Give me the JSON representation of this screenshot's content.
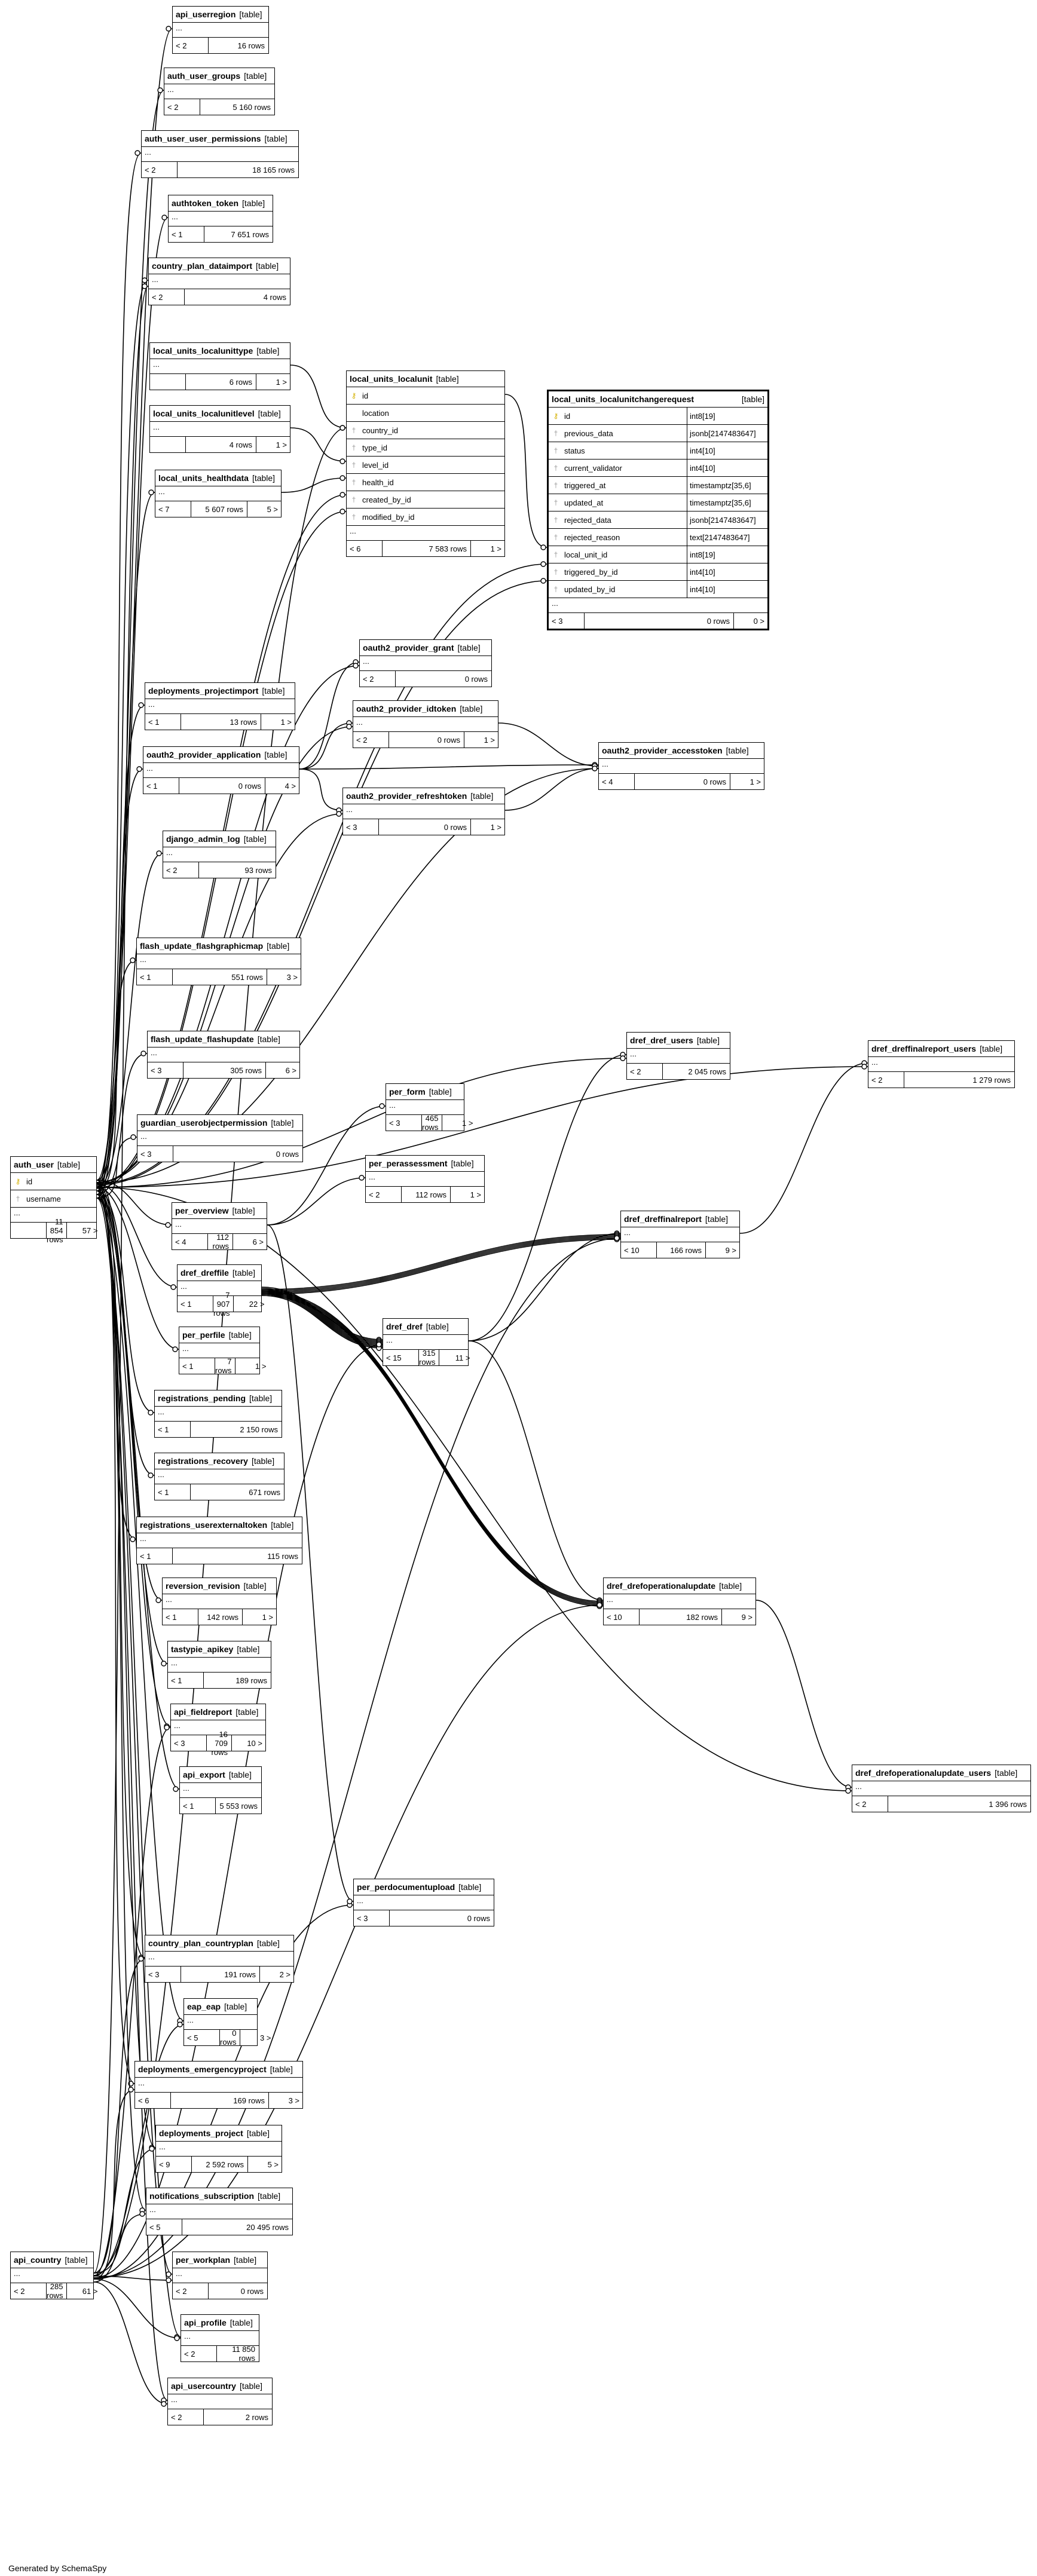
{
  "footer": "Generated by SchemaSpy",
  "tables": {
    "api_userregion": {
      "name": "api_userregion",
      "tag": "[table]",
      "parents": "< 2",
      "rows": "16 rows",
      "children": ""
    },
    "auth_user_groups": {
      "name": "auth_user_groups",
      "tag": "[table]",
      "parents": "< 2",
      "rows": "5 160 rows",
      "children": ""
    },
    "auth_user_user_permissions": {
      "name": "auth_user_user_permissions",
      "tag": "[table]",
      "parents": "< 2",
      "rows": "18 165 rows",
      "children": ""
    },
    "authtoken_token": {
      "name": "authtoken_token",
      "tag": "[table]",
      "parents": "< 1",
      "rows": "7 651 rows",
      "children": ""
    },
    "country_plan_dataimport": {
      "name": "country_plan_dataimport",
      "tag": "[table]",
      "parents": "< 2",
      "rows": "4 rows",
      "children": ""
    },
    "local_units_localunittype": {
      "name": "local_units_localunittype",
      "tag": "[table]",
      "parents": "",
      "rows": "6 rows",
      "children": "1 >"
    },
    "local_units_localunitlevel": {
      "name": "local_units_localunitlevel",
      "tag": "[table]",
      "parents": "",
      "rows": "4 rows",
      "children": "1 >"
    },
    "local_units_healthdata": {
      "name": "local_units_healthdata",
      "tag": "[table]",
      "parents": "< 7",
      "rows": "5 607 rows",
      "children": "5 >"
    },
    "deployments_projectimport": {
      "name": "deployments_projectimport",
      "tag": "[table]",
      "parents": "< 1",
      "rows": "13 rows",
      "children": "1 >"
    },
    "oauth2_provider_application": {
      "name": "oauth2_provider_application",
      "tag": "[table]",
      "parents": "< 1",
      "rows": "0 rows",
      "children": "4 >"
    },
    "django_admin_log": {
      "name": "django_admin_log",
      "tag": "[table]",
      "parents": "< 2",
      "rows": "93 rows",
      "children": ""
    },
    "flash_update_flashgraphicmap": {
      "name": "flash_update_flashgraphicmap",
      "tag": "[table]",
      "parents": "< 1",
      "rows": "551 rows",
      "children": "3 >"
    },
    "flash_update_flashupdate": {
      "name": "flash_update_flashupdate",
      "tag": "[table]",
      "parents": "< 3",
      "rows": "305 rows",
      "children": "6 >"
    },
    "guardian_userobjectpermission": {
      "name": "guardian_userobjectpermission",
      "tag": "[table]",
      "parents": "< 3",
      "rows": "0 rows",
      "children": ""
    },
    "per_overview": {
      "name": "per_overview",
      "tag": "[table]",
      "parents": "< 4",
      "rows": "112 rows",
      "children": "6 >"
    },
    "dref_dreffile": {
      "name": "dref_dreffile",
      "tag": "[table]",
      "parents": "< 1",
      "rows": "7 907 rows",
      "children": "22 >"
    },
    "per_perfile": {
      "name": "per_perfile",
      "tag": "[table]",
      "parents": "< 1",
      "rows": "7 rows",
      "children": "1 >"
    },
    "registrations_pending": {
      "name": "registrations_pending",
      "tag": "[table]",
      "parents": "< 1",
      "rows": "2 150 rows",
      "children": ""
    },
    "registrations_recovery": {
      "name": "registrations_recovery",
      "tag": "[table]",
      "parents": "< 1",
      "rows": "671 rows",
      "children": ""
    },
    "registrations_userexternaltoken": {
      "name": "registrations_userexternaltoken",
      "tag": "[table]",
      "parents": "< 1",
      "rows": "115 rows",
      "children": ""
    },
    "reversion_revision": {
      "name": "reversion_revision",
      "tag": "[table]",
      "parents": "< 1",
      "rows": "142 rows",
      "children": "1 >"
    },
    "tastypie_apikey": {
      "name": "tastypie_apikey",
      "tag": "[table]",
      "parents": "< 1",
      "rows": "189 rows",
      "children": ""
    },
    "api_fieldreport": {
      "name": "api_fieldreport",
      "tag": "[table]",
      "parents": "< 3",
      "rows": "16 709 rows",
      "children": "10 >"
    },
    "api_export": {
      "name": "api_export",
      "tag": "[table]",
      "parents": "< 1",
      "rows": "5 553 rows",
      "children": ""
    },
    "country_plan_countryplan": {
      "name": "country_plan_countryplan",
      "tag": "[table]",
      "parents": "< 3",
      "rows": "191 rows",
      "children": "2 >"
    },
    "eap_eap": {
      "name": "eap_eap",
      "tag": "[table]",
      "parents": "< 5",
      "rows": "0 rows",
      "children": "3 >"
    },
    "deployments_emergencyproject": {
      "name": "deployments_emergencyproject",
      "tag": "[table]",
      "parents": "< 6",
      "rows": "169 rows",
      "children": "3 >"
    },
    "deployments_project": {
      "name": "deployments_project",
      "tag": "[table]",
      "parents": "< 9",
      "rows": "2 592 rows",
      "children": "5 >"
    },
    "notifications_subscription": {
      "name": "notifications_subscription",
      "tag": "[table]",
      "parents": "< 5",
      "rows": "20 495 rows",
      "children": ""
    },
    "per_workplan": {
      "name": "per_workplan",
      "tag": "[table]",
      "parents": "< 2",
      "rows": "0 rows",
      "children": ""
    },
    "api_profile": {
      "name": "api_profile",
      "tag": "[table]",
      "parents": "< 2",
      "rows": "11 850 rows",
      "children": ""
    },
    "api_usercountry": {
      "name": "api_usercountry",
      "tag": "[table]",
      "parents": "< 2",
      "rows": "2 rows",
      "children": ""
    },
    "auth_user": {
      "name": "auth_user",
      "tag": "[table]",
      "parents": "",
      "rows": "11 854 rows",
      "children": "57 >",
      "columns": [
        {
          "name": "id",
          "key": true
        },
        {
          "name": "username",
          "key": false
        }
      ]
    },
    "api_country": {
      "name": "api_country",
      "tag": "[table]",
      "parents": "< 2",
      "rows": "285 rows",
      "children": "61 >"
    },
    "local_units_localunit": {
      "name": "local_units_localunit",
      "tag": "[table]",
      "parents": "< 6",
      "rows": "7 583 rows",
      "children": "1 >",
      "columns": [
        {
          "name": "id",
          "key": true
        },
        {
          "name": "location",
          "key": false
        },
        {
          "name": "country_id",
          "key": false
        },
        {
          "name": "type_id",
          "key": false
        },
        {
          "name": "level_id",
          "key": false
        },
        {
          "name": "health_id",
          "key": false
        },
        {
          "name": "created_by_id",
          "key": false
        },
        {
          "name": "modified_by_id",
          "key": false
        }
      ]
    },
    "local_units_localunitchangerequest": {
      "name": "local_units_localunitchangerequest",
      "tag": "[table]",
      "parents": "< 3",
      "rows": "0 rows",
      "children": "0 >",
      "columns": [
        {
          "name": "id",
          "type": "int8[19]",
          "key": true
        },
        {
          "name": "previous_data",
          "type": "jsonb[2147483647]",
          "key": false
        },
        {
          "name": "status",
          "type": "int4[10]",
          "key": false
        },
        {
          "name": "current_validator",
          "type": "int4[10]",
          "key": false
        },
        {
          "name": "triggered_at",
          "type": "timestamptz[35,6]",
          "key": false
        },
        {
          "name": "updated_at",
          "type": "timestamptz[35,6]",
          "key": false
        },
        {
          "name": "rejected_data",
          "type": "jsonb[2147483647]",
          "key": false
        },
        {
          "name": "rejected_reason",
          "type": "text[2147483647]",
          "key": false
        },
        {
          "name": "local_unit_id",
          "type": "int8[19]",
          "key": false
        },
        {
          "name": "triggered_by_id",
          "type": "int4[10]",
          "key": false
        },
        {
          "name": "updated_by_id",
          "type": "int4[10]",
          "key": false
        }
      ]
    },
    "oauth2_provider_grant": {
      "name": "oauth2_provider_grant",
      "tag": "[table]",
      "parents": "< 2",
      "rows": "0 rows",
      "children": ""
    },
    "oauth2_provider_idtoken": {
      "name": "oauth2_provider_idtoken",
      "tag": "[table]",
      "parents": "< 2",
      "rows": "0 rows",
      "children": "1 >"
    },
    "oauth2_provider_refreshtoken": {
      "name": "oauth2_provider_refreshtoken",
      "tag": "[table]",
      "parents": "< 3",
      "rows": "0 rows",
      "children": "1 >"
    },
    "oauth2_provider_accesstoken": {
      "name": "oauth2_provider_accesstoken",
      "tag": "[table]",
      "parents": "< 4",
      "rows": "0 rows",
      "children": "1 >"
    },
    "dref_dref_users": {
      "name": "dref_dref_users",
      "tag": "[table]",
      "parents": "< 2",
      "rows": "2 045 rows",
      "children": ""
    },
    "dref_dreffinalreport_users": {
      "name": "dref_dreffinalreport_users",
      "tag": "[table]",
      "parents": "< 2",
      "rows": "1 279 rows",
      "children": ""
    },
    "per_form": {
      "name": "per_form",
      "tag": "[table]",
      "parents": "< 3",
      "rows": "465 rows",
      "children": "1 >"
    },
    "per_perassessment": {
      "name": "per_perassessment",
      "tag": "[table]",
      "parents": "< 2",
      "rows": "112 rows",
      "children": "1 >"
    },
    "dref_dreffinalreport": {
      "name": "dref_dreffinalreport",
      "tag": "[table]",
      "parents": "< 10",
      "rows": "166 rows",
      "children": "9 >"
    },
    "dref_dref": {
      "name": "dref_dref",
      "tag": "[table]",
      "parents": "< 15",
      "rows": "315 rows",
      "children": "11 >"
    },
    "dref_drefoperationalupdate": {
      "name": "dref_drefoperationalupdate",
      "tag": "[table]",
      "parents": "< 10",
      "rows": "182 rows",
      "children": "9 >"
    },
    "dref_drefoperationalupdate_users": {
      "name": "dref_drefoperationalupdate_users",
      "tag": "[table]",
      "parents": "< 2",
      "rows": "1 396 rows",
      "children": ""
    },
    "per_perdocumentupload": {
      "name": "per_perdocumentupload",
      "tag": "[table]",
      "parents": "< 3",
      "rows": "0 rows",
      "children": ""
    }
  }
}
